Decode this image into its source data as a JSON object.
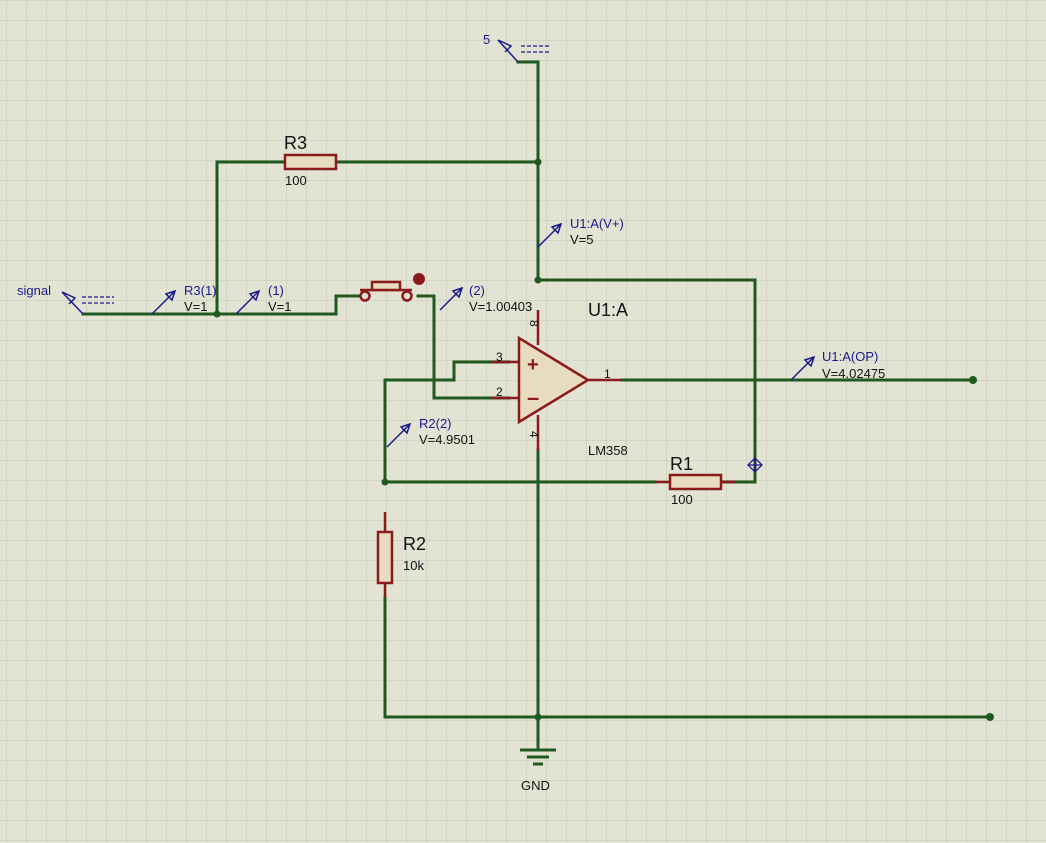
{
  "power": {
    "label": "5"
  },
  "ground": {
    "label": "GND"
  },
  "input_terminal": {
    "label": "signal"
  },
  "components": {
    "R3": {
      "ref": "R3",
      "value": "100"
    },
    "R1": {
      "ref": "R1",
      "value": "100"
    },
    "R2": {
      "ref": "R2",
      "value": "10k"
    },
    "U1": {
      "ref": "U1:A",
      "part": "LM358",
      "pins": {
        "noninv": "3",
        "inv": "2",
        "out": "1",
        "vplus": "8",
        "vminus": "4"
      }
    }
  },
  "probes": [
    {
      "name": "R3(1)",
      "value": "V=1"
    },
    {
      "name": "(1)",
      "value": "V=1"
    },
    {
      "name": "(2)",
      "value": "V=1.00403"
    },
    {
      "name": "U1:A(V+)",
      "value": "V=5"
    },
    {
      "name": "U1:A(OP)",
      "value": "V=4.02475"
    },
    {
      "name": "R2(2)",
      "value": "V=4.9501"
    }
  ],
  "colors": {
    "wire": "#1f5a1f",
    "component": "#8b1a1a",
    "probe": "#1a1a8b",
    "background": "#e3e3d4",
    "grid": "#c6c6b4"
  }
}
